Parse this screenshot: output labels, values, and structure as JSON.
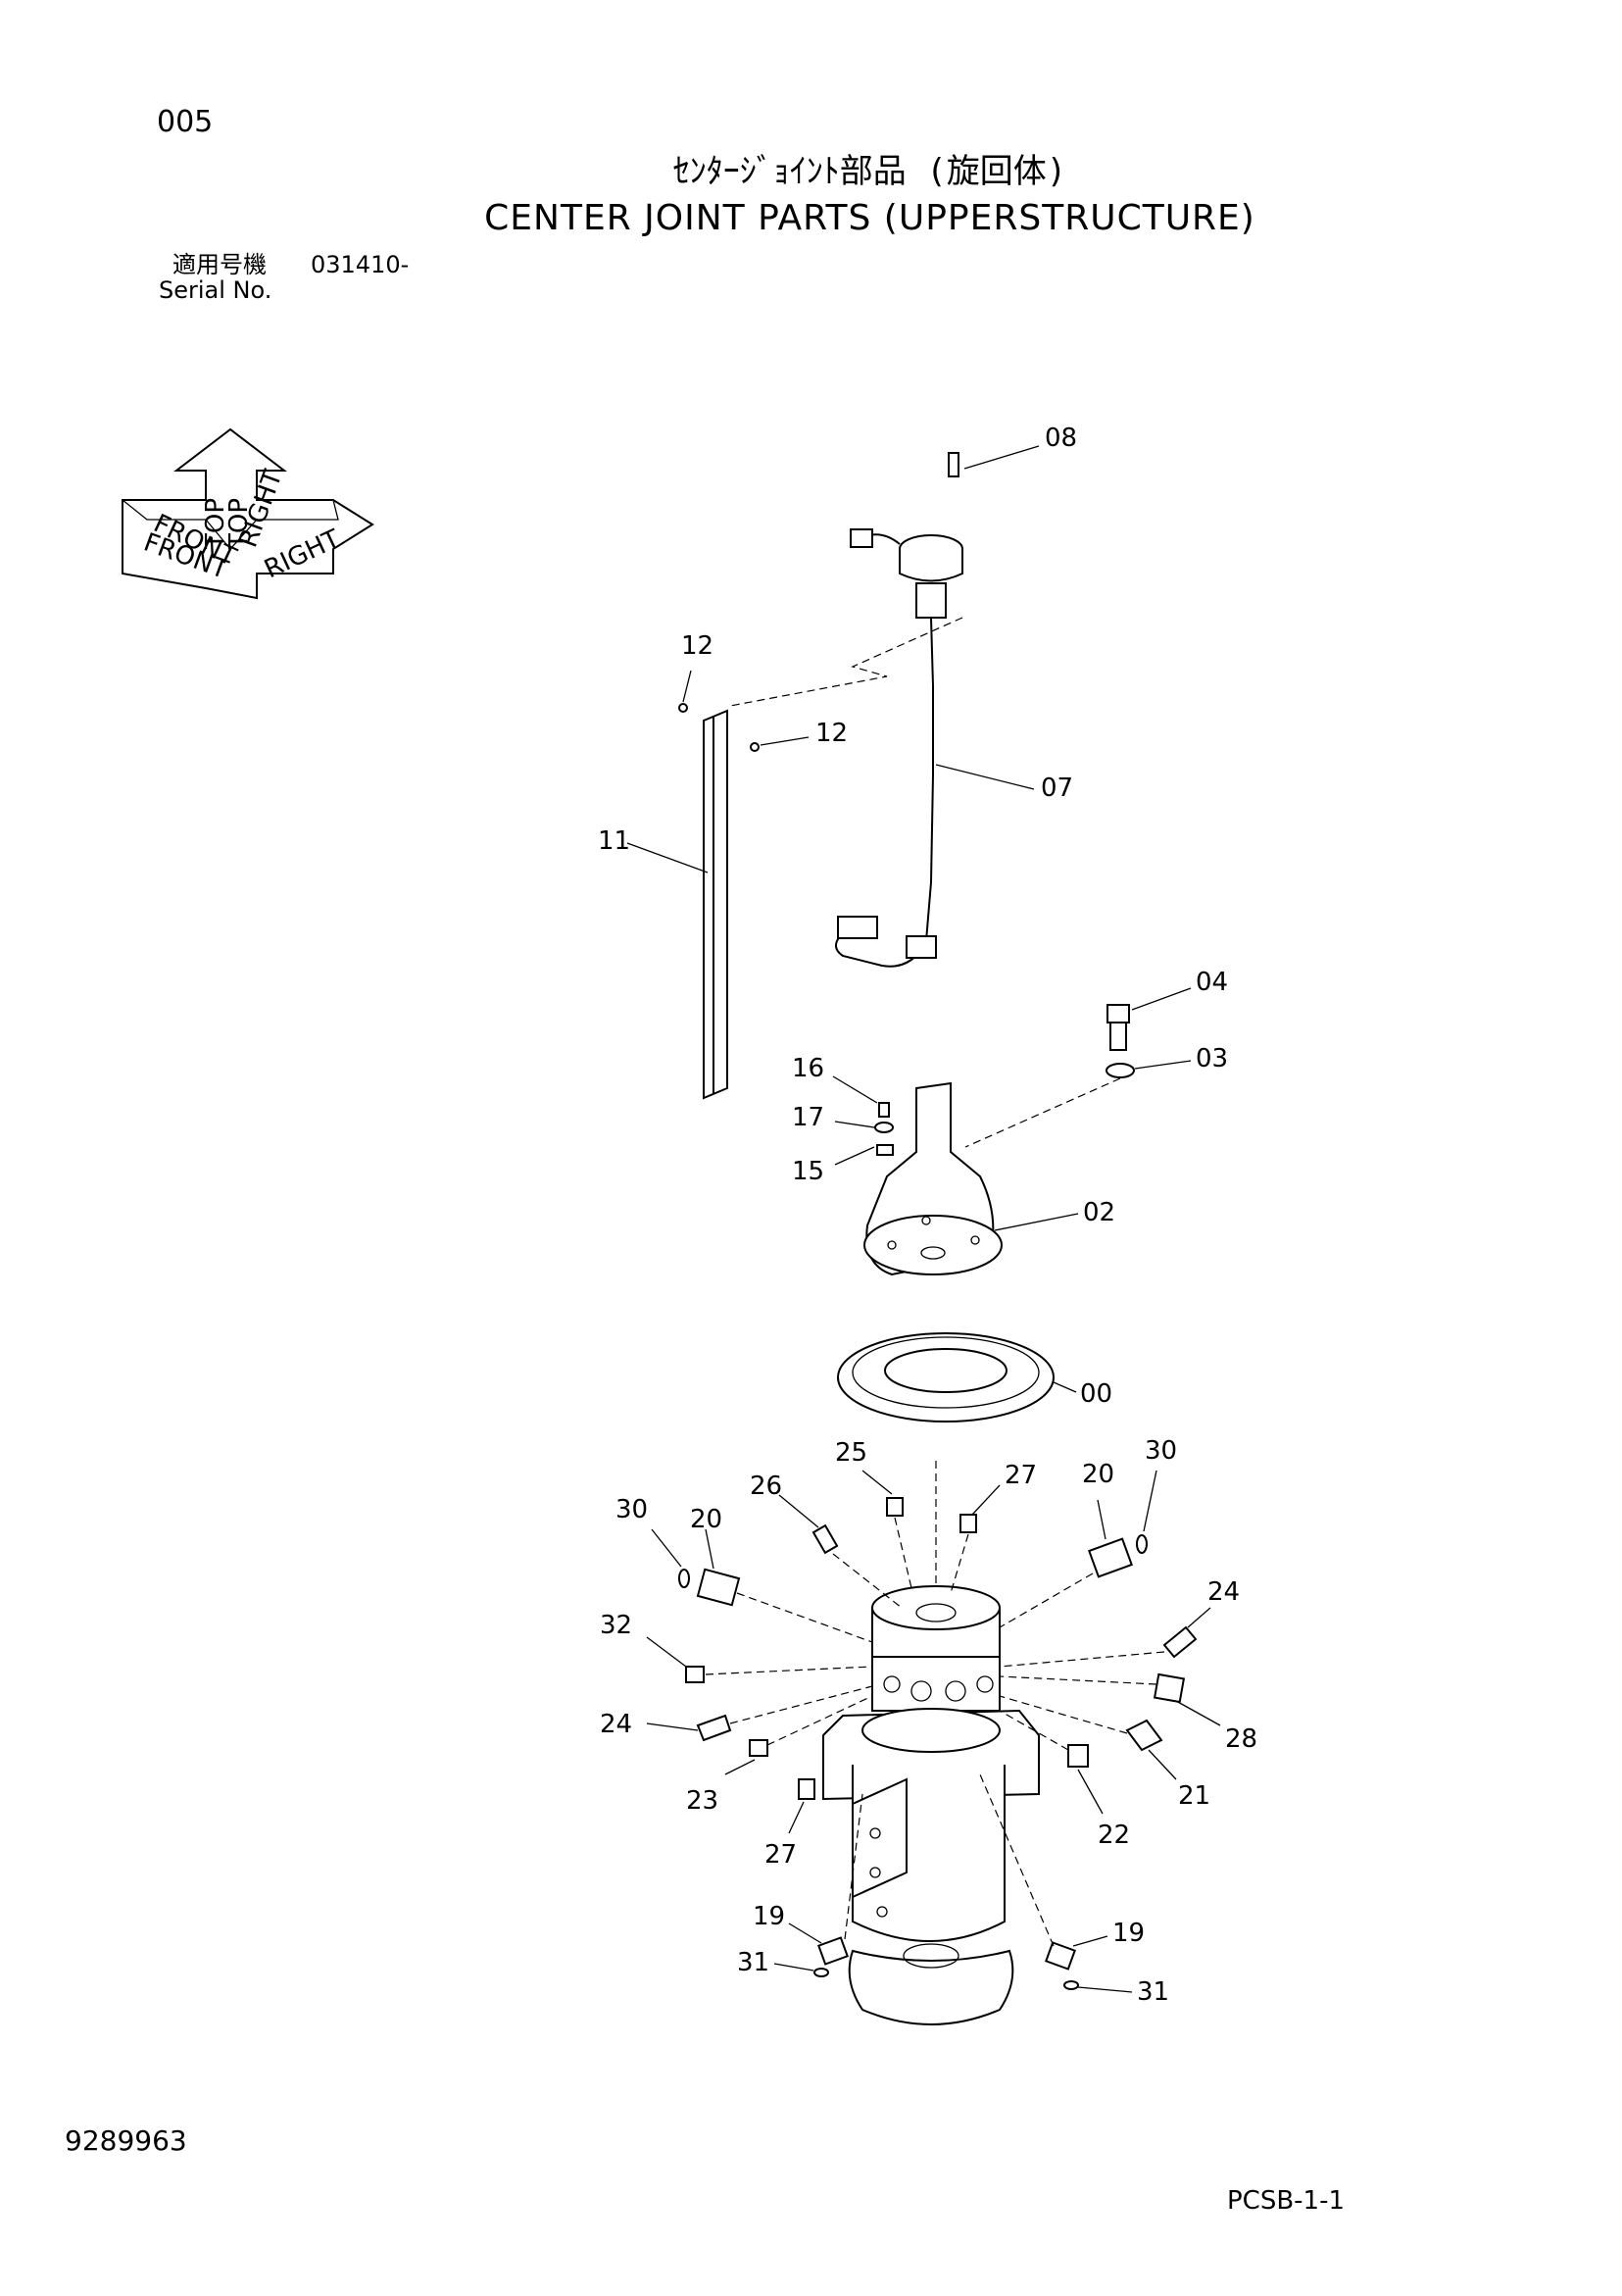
{
  "header": {
    "page_number": "005",
    "title_jp": "ｾﾝﾀｰｼﾞｮｲﾝﾄ部品 (旋回体)",
    "title_en": "CENTER JOINT PARTS (UPPERSTRUCTURE)",
    "serial_label_jp": "適用号機",
    "serial_value": "031410-",
    "serial_label_en": "Serial No."
  },
  "orientation_icon": {
    "labels": [
      "TOP",
      "FRONT",
      "RIGHT",
      "TOP",
      "FRONT",
      "RIGHT"
    ]
  },
  "callouts": [
    {
      "id": "c08",
      "label": "08"
    },
    {
      "id": "c12a",
      "label": "12"
    },
    {
      "id": "c12b",
      "label": "12"
    },
    {
      "id": "c07",
      "label": "07"
    },
    {
      "id": "c11",
      "label": "11"
    },
    {
      "id": "c04",
      "label": "04"
    },
    {
      "id": "c03",
      "label": "03"
    },
    {
      "id": "c16",
      "label": "16"
    },
    {
      "id": "c17",
      "label": "17"
    },
    {
      "id": "c15",
      "label": "15"
    },
    {
      "id": "c02",
      "label": "02"
    },
    {
      "id": "c00",
      "label": "00"
    },
    {
      "id": "c25",
      "label": "25"
    },
    {
      "id": "c27a",
      "label": "27"
    },
    {
      "id": "c20a",
      "label": "20"
    },
    {
      "id": "c30a",
      "label": "30"
    },
    {
      "id": "c26",
      "label": "26"
    },
    {
      "id": "c30b",
      "label": "30"
    },
    {
      "id": "c20b",
      "label": "20"
    },
    {
      "id": "c24a",
      "label": "24"
    },
    {
      "id": "c32",
      "label": "32"
    },
    {
      "id": "c28",
      "label": "28"
    },
    {
      "id": "c24b",
      "label": "24"
    },
    {
      "id": "c21",
      "label": "21"
    },
    {
      "id": "c23",
      "label": "23"
    },
    {
      "id": "c22",
      "label": "22"
    },
    {
      "id": "c27b",
      "label": "27"
    },
    {
      "id": "c19a",
      "label": "19"
    },
    {
      "id": "c19b",
      "label": "19"
    },
    {
      "id": "c31a",
      "label": "31"
    },
    {
      "id": "c31b",
      "label": "31"
    }
  ],
  "footer": {
    "doc_number": "9289963",
    "sheet_code": "PCSB-1-1"
  }
}
